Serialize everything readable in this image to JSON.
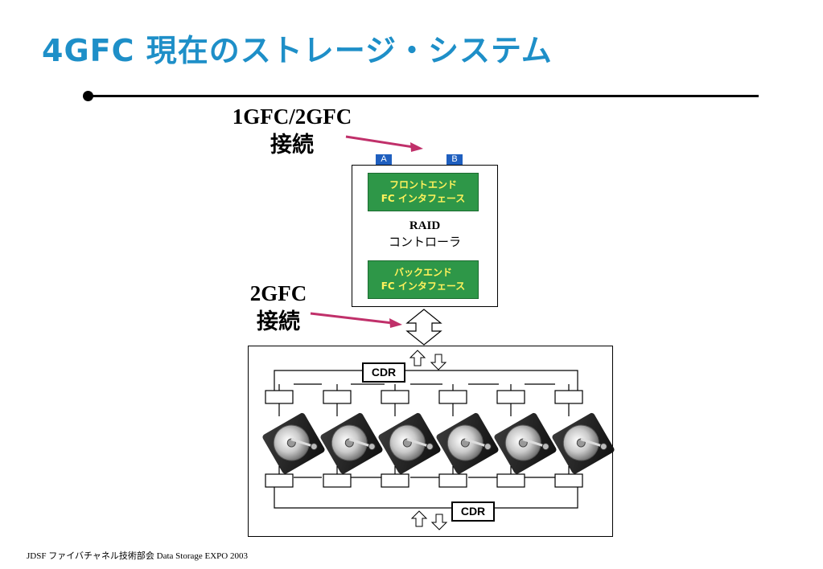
{
  "title": "4GFC 現在のストレージ・システム",
  "connection_host": {
    "speed": "1GFC/2GFC",
    "label": "接続"
  },
  "connection_disk": {
    "speed": "2GFC",
    "label": "接続"
  },
  "ports": {
    "a": "A",
    "b": "B"
  },
  "raid": {
    "label": "RAID",
    "sublabel": "コントローラ",
    "frontend": {
      "line1": "フロントエンド",
      "line2": "FC インタフェース"
    },
    "backend": {
      "line1": "バックエンド",
      "line2": "FC インタフェース"
    }
  },
  "cdr_top": "CDR",
  "cdr_bottom": "CDR",
  "disk_count": 6,
  "footer": "JDSF ファイバチャネル技術部会 Data Storage EXPO 2003",
  "colors": {
    "title": "#1e8fc8",
    "arrow": "#c0306a",
    "interface": "#2e9748",
    "interface_text": "#fff25c",
    "port": "#1f5fbf"
  }
}
